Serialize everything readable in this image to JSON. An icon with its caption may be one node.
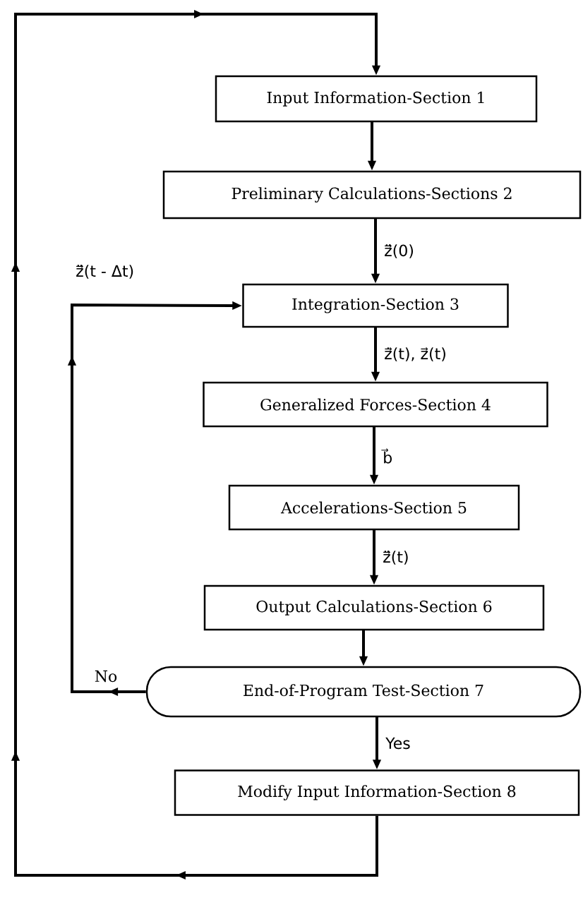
{
  "diagram": {
    "nodes": [
      {
        "text": [
          "Input Information-Section 1"
        ]
      },
      {
        "text": [
          "Preliminary Calculations-Sections 2"
        ]
      },
      {
        "text": [
          "Integration-Section 3"
        ]
      },
      {
        "text": [
          "Generalized Forces-Section 4"
        ]
      },
      {
        "text": [
          "Accelerations-Section 5"
        ]
      },
      {
        "text": [
          "Output Calculations-Section 6"
        ]
      },
      {
        "text": [
          "End-of-Program Test-Section 7"
        ]
      },
      {
        "text": [
          "Modify Input Information-Section 8"
        ]
      }
    ],
    "edges": [
      {
        "from": 0,
        "to": 1,
        "arrow": "to"
      },
      {
        "from": 1,
        "to": 2,
        "arrow": "to",
        "label": "z̈⃗(0)"
      },
      {
        "from": 2,
        "to": 3,
        "arrow": "to",
        "label": "ż⃗(t), z⃗(t)"
      },
      {
        "from": 3,
        "to": 4,
        "arrow": "to",
        "label": "b⃗"
      },
      {
        "from": 4,
        "to": 5,
        "arrow": "to",
        "label": "z̈⃗(t)"
      },
      {
        "from": 5,
        "to": 6,
        "arrow": "to"
      },
      {
        "from": 6,
        "to": 7,
        "arrow": "to",
        "label": "Yes"
      },
      {
        "from": 6,
        "to": 2,
        "arrow": "to",
        "label": "No"
      },
      {
        "from": 7,
        "to": 0,
        "arrow": "to"
      }
    ],
    "labels": [
      "z̈⃗(t - Δt)"
    ]
  }
}
